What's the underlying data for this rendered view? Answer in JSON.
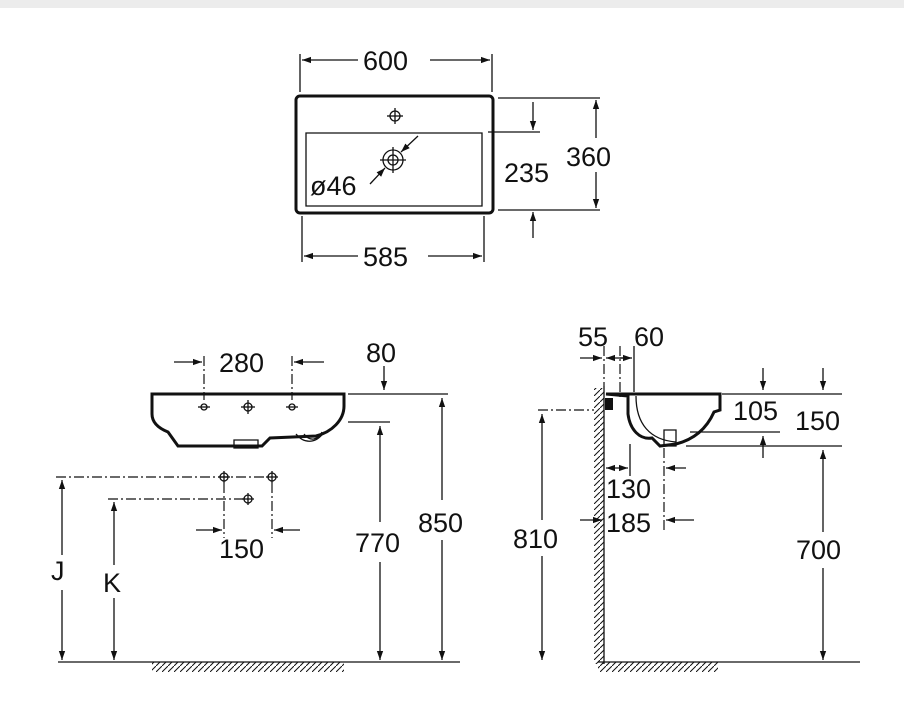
{
  "top_view": {
    "width_outer": "600",
    "width_inner": "585",
    "depth_total": "360",
    "depth_bowl": "235",
    "drain_diameter": "ø46"
  },
  "front_view": {
    "fixing_spacing": "280",
    "rim_thickness": "80",
    "supply_spacing": "150",
    "rim_height": "850",
    "underside_height": "770",
    "label_j": "J",
    "label_k": "K"
  },
  "side_view": {
    "wall_gap": "55",
    "rim_back": "60",
    "bowl_depth": "105",
    "total_drop": "150",
    "drain_offset": "130",
    "trap_offset": "185",
    "fixing_height": "810",
    "drain_height": "700"
  }
}
